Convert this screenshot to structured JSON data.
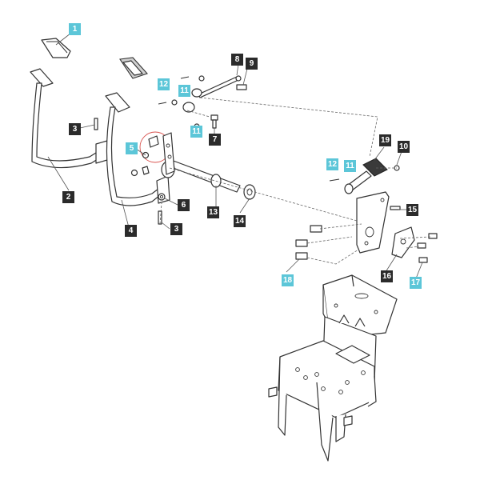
{
  "diagram": {
    "callouts": [
      {
        "id": "c1",
        "label": "1",
        "style": "blue"
      },
      {
        "id": "c2",
        "label": "2",
        "style": "dark"
      },
      {
        "id": "c3a",
        "label": "3",
        "style": "dark"
      },
      {
        "id": "c3b",
        "label": "3",
        "style": "dark"
      },
      {
        "id": "c4",
        "label": "4",
        "style": "dark"
      },
      {
        "id": "c5",
        "label": "5",
        "style": "blue"
      },
      {
        "id": "c6",
        "label": "6",
        "style": "dark"
      },
      {
        "id": "c7",
        "label": "7",
        "style": "dark"
      },
      {
        "id": "c8",
        "label": "8",
        "style": "dark"
      },
      {
        "id": "c9",
        "label": "9",
        "style": "dark"
      },
      {
        "id": "c10",
        "label": "10",
        "style": "dark"
      },
      {
        "id": "c11a",
        "label": "11",
        "style": "blue"
      },
      {
        "id": "c11b",
        "label": "11",
        "style": "blue"
      },
      {
        "id": "c11c",
        "label": "11",
        "style": "blue"
      },
      {
        "id": "c12a",
        "label": "12",
        "style": "blue"
      },
      {
        "id": "c12b",
        "label": "12",
        "style": "blue"
      },
      {
        "id": "c13",
        "label": "13",
        "style": "dark"
      },
      {
        "id": "c14",
        "label": "14",
        "style": "dark"
      },
      {
        "id": "c15",
        "label": "15",
        "style": "dark"
      },
      {
        "id": "c16",
        "label": "16",
        "style": "dark"
      },
      {
        "id": "c17",
        "label": "17",
        "style": "blue"
      },
      {
        "id": "c18",
        "label": "18",
        "style": "blue"
      },
      {
        "id": "c19",
        "label": "19",
        "style": "dark"
      }
    ],
    "colors": {
      "callout_blue": "#5cc6d8",
      "callout_dark": "#2b2b2b",
      "line": "#333333",
      "highlight_circle": "#d9534f"
    }
  }
}
